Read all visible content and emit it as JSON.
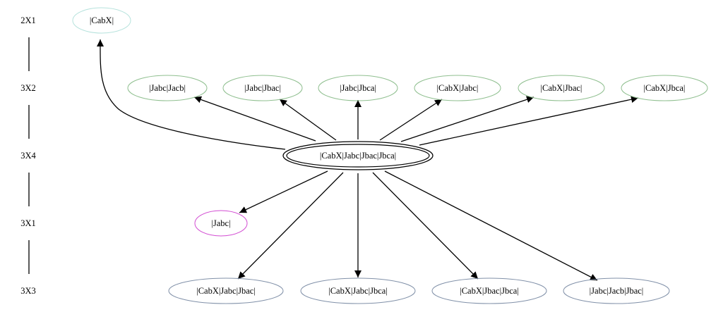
{
  "ranks": [
    {
      "id": "r2x1",
      "label": "2X1"
    },
    {
      "id": "r3x2",
      "label": "3X2"
    },
    {
      "id": "r3x4",
      "label": "3X4"
    },
    {
      "id": "r3x1",
      "label": "3X1"
    },
    {
      "id": "r3x3",
      "label": "3X3"
    }
  ],
  "nodes": [
    {
      "id": "n_cabx",
      "label": "|CabX|",
      "rank": "2X1",
      "color": "#b5e2dc"
    },
    {
      "id": "n_jabc_jacb",
      "label": "|Jabc|Jacb|",
      "rank": "3X2",
      "color": "#8fbf8f"
    },
    {
      "id": "n_jabc_jbac",
      "label": "|Jabc|Jbac|",
      "rank": "3X2",
      "color": "#8fbf8f"
    },
    {
      "id": "n_jabc_jbca",
      "label": "|Jabc|Jbca|",
      "rank": "3X2",
      "color": "#8fbf8f"
    },
    {
      "id": "n_cabx_jabc",
      "label": "|CabX|Jabc|",
      "rank": "3X2",
      "color": "#8fbf8f"
    },
    {
      "id": "n_cabx_jbac",
      "label": "|CabX|Jbac|",
      "rank": "3X2",
      "color": "#8fbf8f"
    },
    {
      "id": "n_cabx_jbca",
      "label": "|CabX|Jbca|",
      "rank": "3X2",
      "color": "#8fbf8f"
    },
    {
      "id": "n_center",
      "label": "|CabX|Jabc|Jbac|Jbca|",
      "rank": "3X4",
      "color": "#000000",
      "double": true
    },
    {
      "id": "n_jabc",
      "label": "|Jabc|",
      "rank": "3X1",
      "color": "#d24bd2"
    },
    {
      "id": "n_cabx_jabc_jbac",
      "label": "|CabX|Jabc|Jbac|",
      "rank": "3X3",
      "color": "#8090a8"
    },
    {
      "id": "n_cabx_jabc_jbca",
      "label": "|CabX|Jabc|Jbca|",
      "rank": "3X3",
      "color": "#8090a8"
    },
    {
      "id": "n_cabx_jbac_jbca",
      "label": "|CabX|Jbac|Jbca|",
      "rank": "3X3",
      "color": "#8090a8"
    },
    {
      "id": "n_jabc_jacb_jbac",
      "label": "|Jabc|Jacb|Jbac|",
      "rank": "3X3",
      "color": "#8090a8"
    }
  ],
  "edges": [
    {
      "from": "n_center",
      "to": "n_cabx"
    },
    {
      "from": "n_center",
      "to": "n_jabc_jacb"
    },
    {
      "from": "n_center",
      "to": "n_jabc_jbac"
    },
    {
      "from": "n_center",
      "to": "n_jabc_jbca"
    },
    {
      "from": "n_center",
      "to": "n_cabx_jabc"
    },
    {
      "from": "n_center",
      "to": "n_cabx_jbac"
    },
    {
      "from": "n_center",
      "to": "n_cabx_jbca"
    },
    {
      "from": "n_center",
      "to": "n_jabc"
    },
    {
      "from": "n_center",
      "to": "n_cabx_jabc_jbac"
    },
    {
      "from": "n_center",
      "to": "n_cabx_jabc_jbca"
    },
    {
      "from": "n_center",
      "to": "n_cabx_jbac_jbca"
    },
    {
      "from": "n_center",
      "to": "n_jabc_jacb_jbac"
    }
  ]
}
